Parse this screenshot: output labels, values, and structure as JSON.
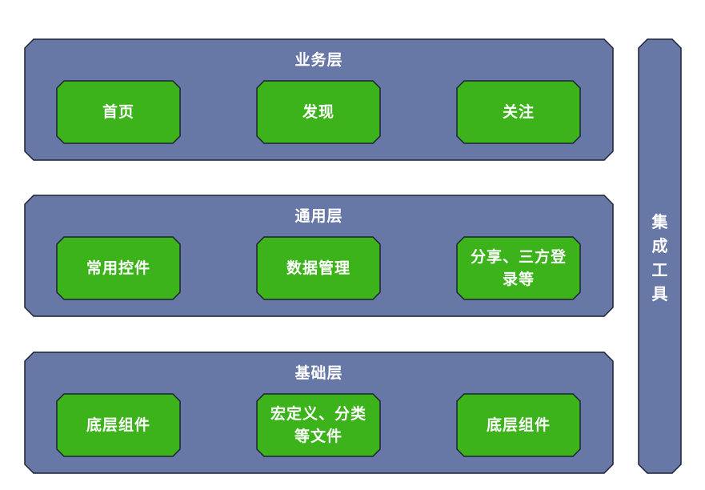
{
  "layers": [
    {
      "title": "业务层",
      "modules": [
        {
          "lines": [
            "首页"
          ]
        },
        {
          "lines": [
            "发现"
          ]
        },
        {
          "lines": [
            "关注"
          ]
        }
      ]
    },
    {
      "title": "通用层",
      "modules": [
        {
          "lines": [
            "常用控件"
          ]
        },
        {
          "lines": [
            "数据管理"
          ]
        },
        {
          "lines": [
            "分享、三方登",
            "录等"
          ]
        }
      ]
    },
    {
      "title": "基础层",
      "modules": [
        {
          "lines": [
            "底层组件"
          ]
        },
        {
          "lines": [
            "宏定义、分类",
            "等文件"
          ]
        },
        {
          "lines": [
            "底层组件"
          ]
        }
      ]
    }
  ],
  "side": {
    "chars": [
      "集",
      "成",
      "工",
      "具"
    ]
  },
  "colors": {
    "layer_fill": "#6878a6",
    "module_fill": "#3cb31b",
    "stroke": "#1c2233",
    "text": "#ffffff"
  }
}
